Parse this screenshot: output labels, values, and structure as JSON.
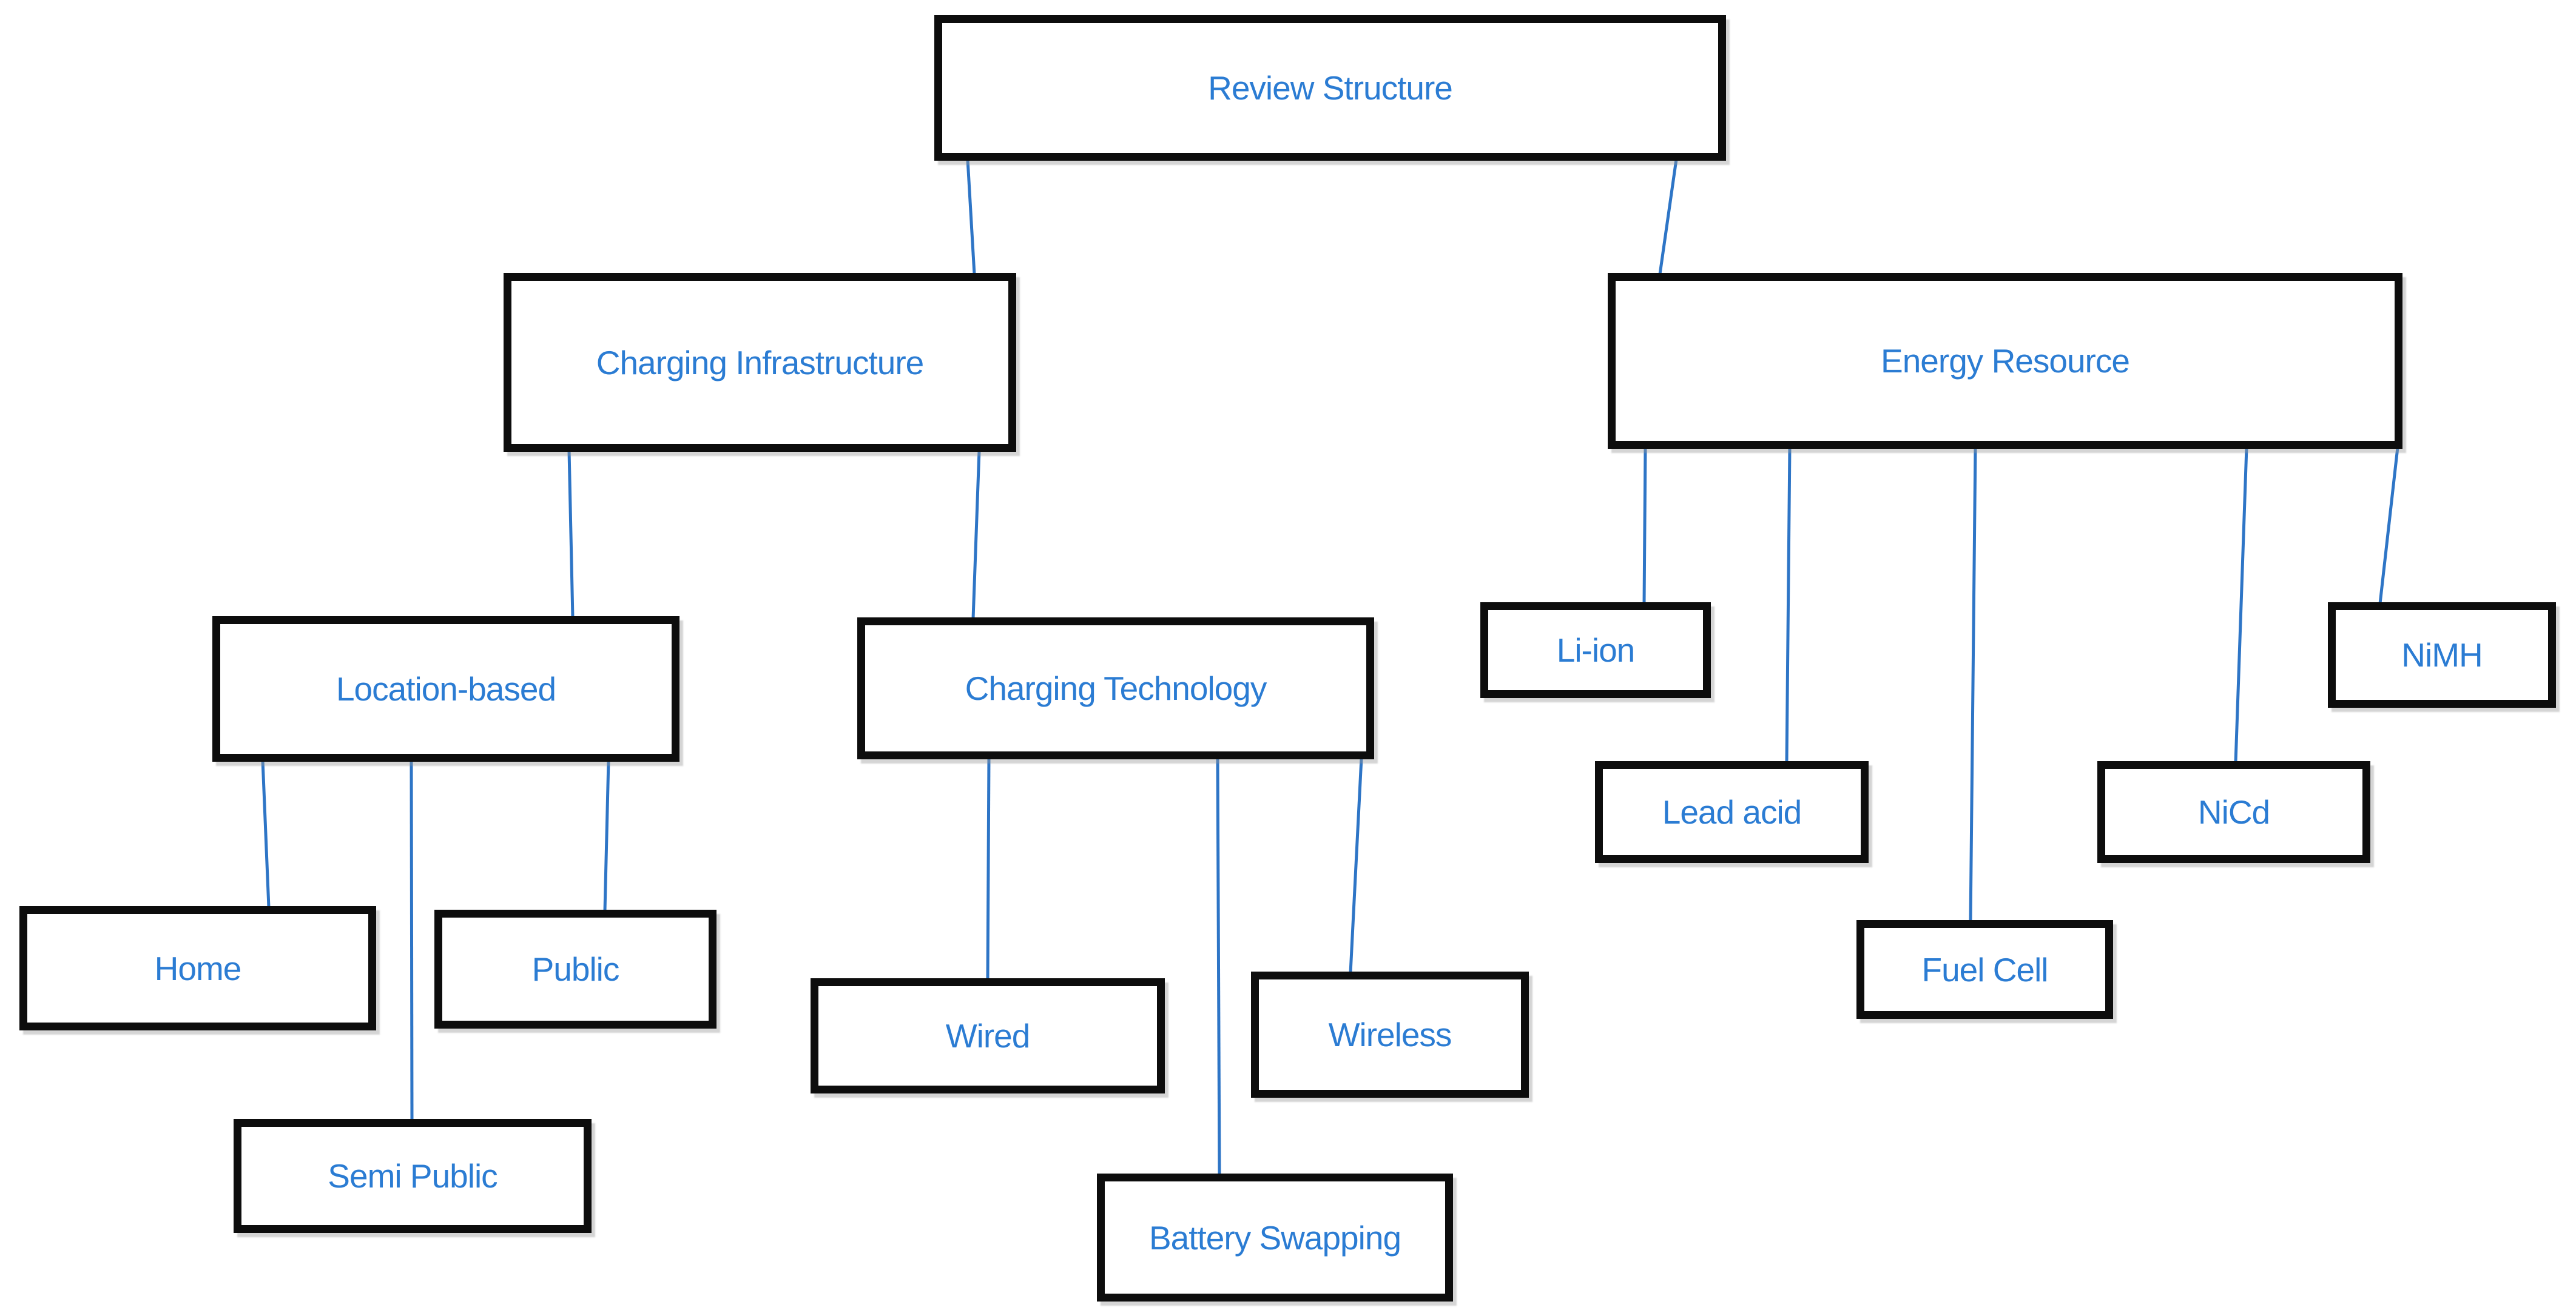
{
  "diagram": {
    "type": "tree",
    "colors": {
      "background": "#ffffff",
      "box_fill": "#ffffff",
      "box_border": "#0d0d0d",
      "label_text": "#2b7cd3",
      "connector": "#2e75c6"
    },
    "nodes": {
      "review_structure": {
        "label": "Review Structure"
      },
      "charging_infrastructure": {
        "label": "Charging Infrastructure"
      },
      "energy_resource": {
        "label": "Energy Resource"
      },
      "location_based": {
        "label": "Location-based"
      },
      "charging_technology": {
        "label": "Charging Technology"
      },
      "home": {
        "label": "Home"
      },
      "semi_public": {
        "label": "Semi Public"
      },
      "public": {
        "label": "Public"
      },
      "wired": {
        "label": "Wired"
      },
      "battery_swapping": {
        "label": "Battery Swapping"
      },
      "wireless": {
        "label": "Wireless"
      },
      "li_ion": {
        "label": "Li-ion"
      },
      "lead_acid": {
        "label": "Lead acid"
      },
      "fuel_cell": {
        "label": "Fuel Cell"
      },
      "nicd": {
        "label": "NiCd"
      },
      "nimh": {
        "label": "NiMH"
      }
    },
    "edges": [
      {
        "from": "review_structure",
        "to": "charging_infrastructure"
      },
      {
        "from": "review_structure",
        "to": "energy_resource"
      },
      {
        "from": "charging_infrastructure",
        "to": "location_based"
      },
      {
        "from": "charging_infrastructure",
        "to": "charging_technology"
      },
      {
        "from": "location_based",
        "to": "home"
      },
      {
        "from": "location_based",
        "to": "semi_public"
      },
      {
        "from": "location_based",
        "to": "public"
      },
      {
        "from": "charging_technology",
        "to": "wired"
      },
      {
        "from": "charging_technology",
        "to": "battery_swapping"
      },
      {
        "from": "charging_technology",
        "to": "wireless"
      },
      {
        "from": "energy_resource",
        "to": "li_ion"
      },
      {
        "from": "energy_resource",
        "to": "lead_acid"
      },
      {
        "from": "energy_resource",
        "to": "fuel_cell"
      },
      {
        "from": "energy_resource",
        "to": "nicd"
      },
      {
        "from": "energy_resource",
        "to": "nimh"
      }
    ]
  }
}
